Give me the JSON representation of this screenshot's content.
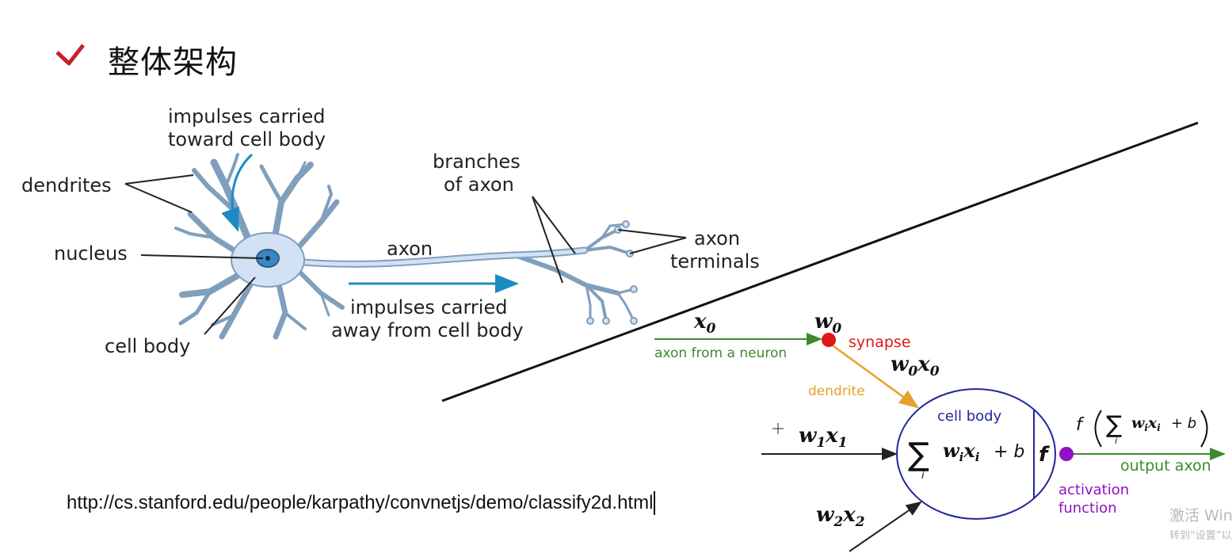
{
  "title": "整体架构",
  "url": "http://cs.stanford.edu/people/karpathy/convnetjs/demo/classify2d.html",
  "colors": {
    "check": "#c8202a",
    "neuron_fill": "#d2e2f4",
    "neuron_stroke": "#7f9fbc",
    "arrow_blue": "#1c8bc4",
    "input_green": "#3d8a2c",
    "dendrite_orange": "#e6a22c",
    "synapse_red": "#e01616",
    "cell_body_blue": "#21269c",
    "activation_purple": "#9010c8"
  },
  "icons": {
    "check": "checkmark-icon",
    "cursor": "crosshair-cursor-icon"
  },
  "biological": {
    "impulses_toward_1": "impulses carried",
    "impulses_toward_2": "toward cell body",
    "dendrites": "dendrites",
    "nucleus": "nucleus",
    "cell_body": "cell body",
    "branches_1": "branches",
    "branches_2": "of axon",
    "axon": "axon",
    "terminals_1": "axon",
    "terminals_2": "terminals",
    "impulses_away_1": "impulses carried",
    "impulses_away_2": "away from cell body"
  },
  "model": {
    "x0": "x",
    "x0_sub": "0",
    "w0": "w",
    "w0_sub": "0",
    "synapse": "synapse",
    "axon_from_neuron": "axon from a neuron",
    "w0x0_w": "w",
    "w0x0_sub1": "0",
    "w0x0_x": "x",
    "w0x0_sub2": "0",
    "dendrite": "dendrite",
    "cell_body": "cell body",
    "w1x1_w": "w",
    "w1x1_sub1": "1",
    "w1x1_x": "x",
    "w1x1_sub2": "1",
    "w2x2_w": "w",
    "w2x2_sub1": "2",
    "w2x2_x": "x",
    "w2x2_sub2": "2",
    "sum_symbol": "∑",
    "sum_index": "i",
    "sum_w": "w",
    "sum_w_sub": "i",
    "sum_x": "x",
    "sum_x_sub": "i",
    "plus_b": "+ b",
    "f": "f",
    "out_f": "f",
    "out_sum_w": "w",
    "out_sum_w_sub": "i",
    "out_sum_x": "x",
    "out_sum_x_sub": "i",
    "out_plus_b": "+ b",
    "output_axon": "output axon",
    "activation_1": "activation",
    "activation_2": "function"
  },
  "watermark": {
    "line1": "激活 Windows",
    "line2": "转到“设置”以激活 Windows。"
  }
}
